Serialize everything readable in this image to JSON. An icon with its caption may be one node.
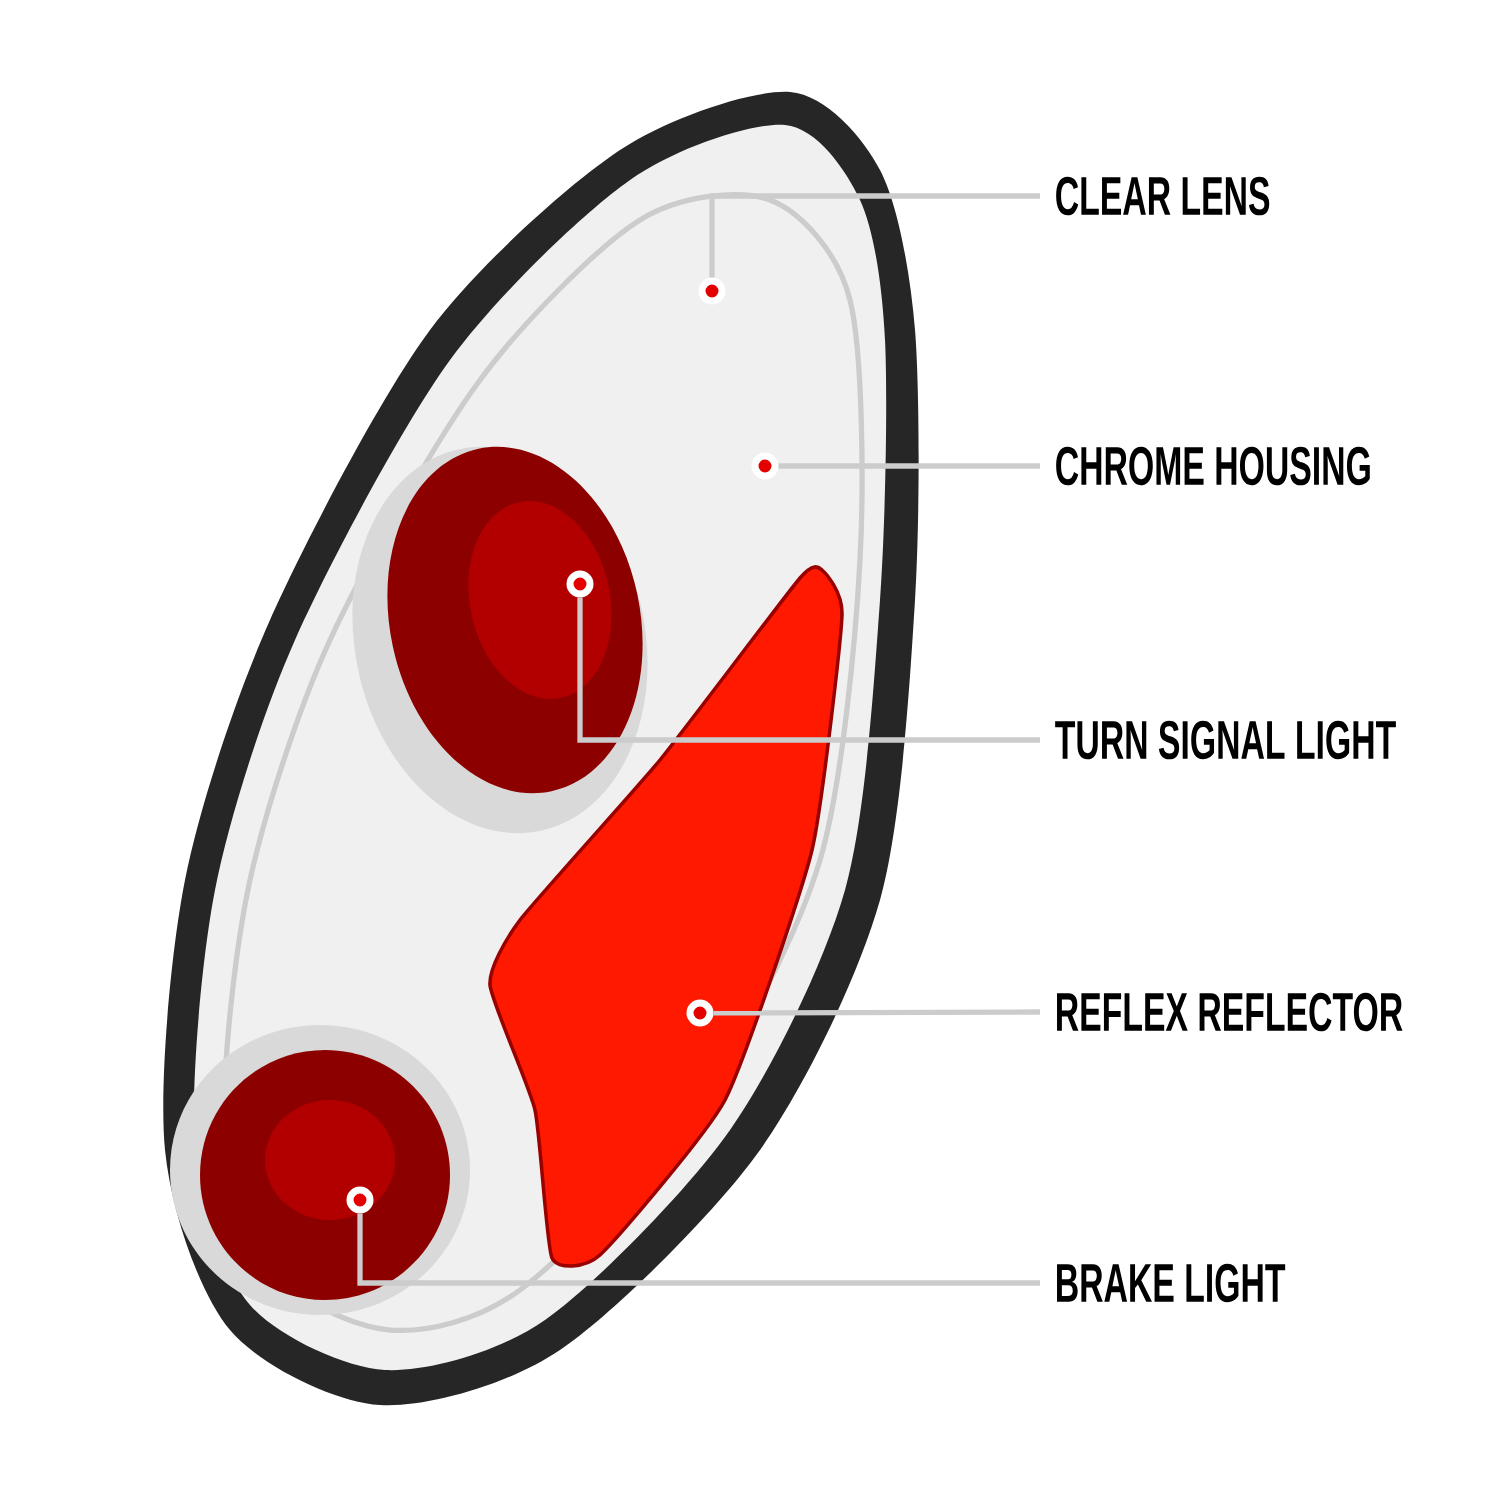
{
  "diagram": {
    "nodes": [
      {
        "text": [
          "CLEAR LENS"
        ]
      },
      {
        "text": [
          "CHROME HOUSING"
        ]
      },
      {
        "text": [
          "TURN SIGNAL LIGHT"
        ]
      },
      {
        "text": [
          "REFLEX REFLECTOR"
        ]
      },
      {
        "text": [
          "BRAKE LIGHT"
        ]
      },
      {
        "text": [],
        "shape": "circle"
      },
      {
        "text": [],
        "shape": "circle"
      },
      {
        "text": [],
        "shape": "circle"
      },
      {
        "text": [],
        "shape": "circle"
      },
      {
        "text": [],
        "shape": "circle"
      }
    ],
    "edges": [
      {
        "from": 0,
        "to": 5,
        "arrow": "none"
      },
      {
        "from": 1,
        "to": 6,
        "arrow": "none"
      },
      {
        "from": 2,
        "to": 7,
        "arrow": "none"
      },
      {
        "from": 3,
        "to": 8,
        "arrow": "none"
      },
      {
        "from": 4,
        "to": 9,
        "arrow": "none"
      }
    ]
  }
}
